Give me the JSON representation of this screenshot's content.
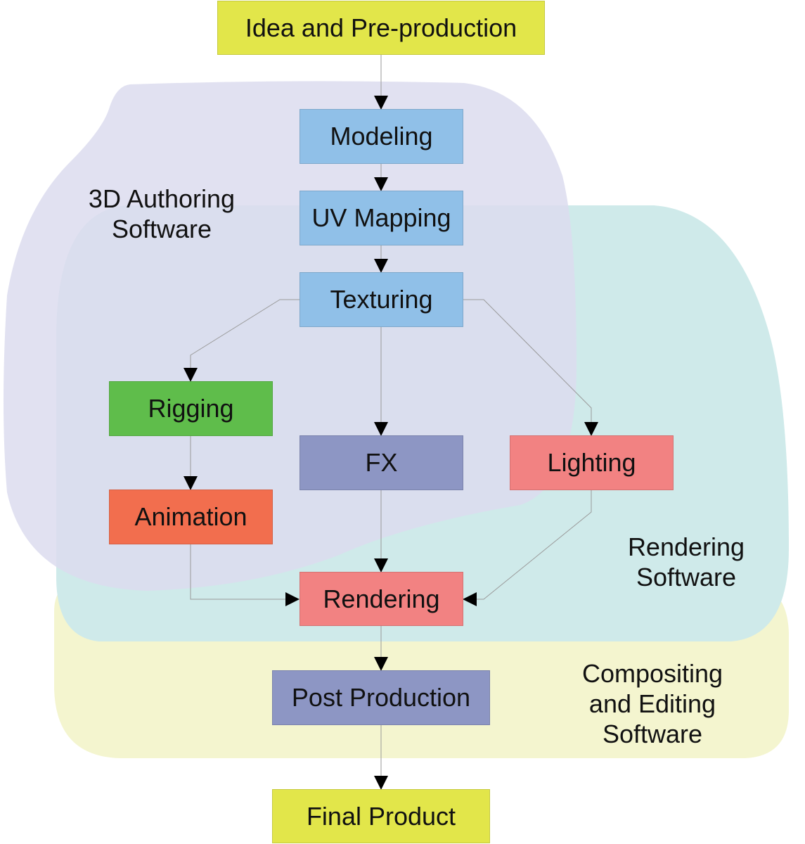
{
  "colors": {
    "yellow": "#e2e64a",
    "blue": "#90c0e8",
    "green": "#5fbd4b",
    "orange": "#f26e4e",
    "purple": "#8d96c4",
    "pink": "#f28282",
    "region_authoring": "#dcdcef",
    "region_rendering": "#cfeaea",
    "region_compositing": "#f4f5cf",
    "connector": "#9a9a9a",
    "arrowhead": "#000000"
  },
  "regions": {
    "authoring": [
      "3D Authoring",
      "Software"
    ],
    "rendering": [
      "Rendering",
      "Software"
    ],
    "compositing": [
      "Compositing",
      "and Editing",
      "Software"
    ]
  },
  "nodes": {
    "idea": "Idea and Pre-production",
    "modeling": "Modeling",
    "uv_mapping": "UV Mapping",
    "texturing": "Texturing",
    "rigging": "Rigging",
    "fx": "FX",
    "lighting": "Lighting",
    "animation": "Animation",
    "rendering": "Rendering",
    "post_production": "Post Production",
    "final_product": "Final Product"
  }
}
